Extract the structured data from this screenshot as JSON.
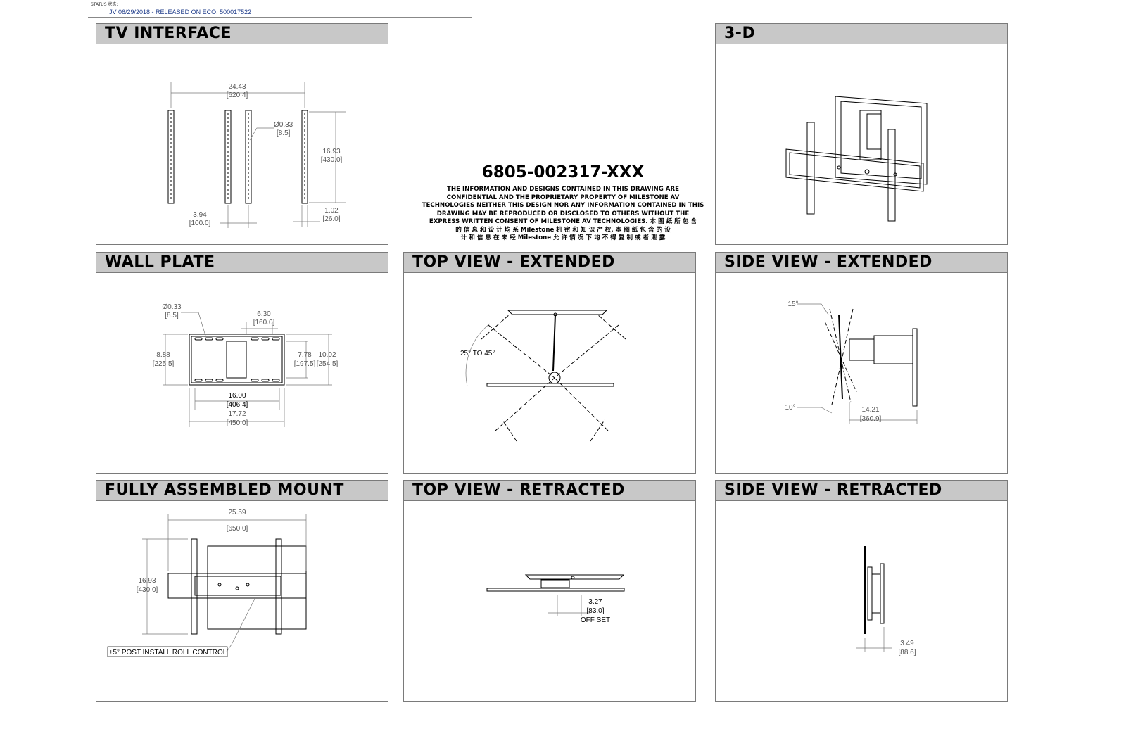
{
  "status": {
    "label": "STATUS 状态:",
    "value": "JV 06/29/2018 - RELEASED ON ECO: 500017522"
  },
  "panels": {
    "tv_interface": "TV INTERFACE",
    "three_d": "3-D",
    "wall_plate": "WALL PLATE",
    "top_extended": "TOP VIEW - EXTENDED",
    "side_extended": "SIDE VIEW - EXTENDED",
    "fully_assembled": "FULLY ASSEMBLED MOUNT",
    "top_retracted": "TOP VIEW - RETRACTED",
    "side_retracted": "SIDE VIEW - RETRACTED"
  },
  "part_number": "6805-002317-XXX",
  "notice": [
    "THE INFORMATION AND DESIGNS CONTAINED IN THIS DRAWING ARE",
    "CONFIDENTIAL AND THE PROPRIETARY PROPERTY OF MILESTONE AV",
    "TECHNOLOGIES NEITHER THIS DESIGN NOR ANY INFORMATION CONTAINED IN THIS",
    "DRAWING MAY BE REPRODUCED OR DISCLOSED TO OTHERS WITHOUT THE",
    "EXPRESS WRITTEN CONSENT OF MILESTONE AV TECHNOLOGIES. 本 图 纸 所 包 含",
    "的 信 息 和 设 计 均 系 Milestone 机 密 和 知 识 产 权, 本 图 纸 包 含 的 设",
    "计 和 信 息 在 未 经 Milestone 允 许 情 况 下 均 不 得 复 制 或 者 泄 露"
  ],
  "dims": {
    "tv": {
      "width": "24.43",
      "width_mm": "[620.4]",
      "hole": "Ø0.33",
      "hole_mm": "[8.5]",
      "height": "16.93",
      "height_mm": "[430.0]",
      "spacing": "3.94",
      "spacing_mm": "[100.0]",
      "rail": "1.02",
      "rail_mm": "[26.0]"
    },
    "wall": {
      "hole": "Ø0.33",
      "hole_mm": "[8.5]",
      "slot": "6.30",
      "slot_mm": "[160.0]",
      "height": "8.88",
      "height_mm": "[225.5]",
      "inner": "7.78",
      "inner_mm": "[197.5]",
      "outer": "10.02",
      "outer_mm": "[254.5]",
      "span": "16.00",
      "span_mm": "[406.4]",
      "width": "17.72",
      "width_mm": "[450.0]"
    },
    "top_ext": {
      "angle": "25° TO 45°"
    },
    "side_ext": {
      "tilt_up": "15°",
      "tilt_down": "10°",
      "depth": "14.21",
      "depth_mm": "[360.9]"
    },
    "assembled": {
      "width": "25.59",
      "width_mm": "[650.0]",
      "height": "16.93",
      "height_mm": "[430.0]",
      "note": "±5° POST INSTALL ROLL CONTROL"
    },
    "top_ret": {
      "offset": "3.27",
      "offset_mm": "[83.0]",
      "offset_label": "OFF SET"
    },
    "side_ret": {
      "depth": "3.49",
      "depth_mm": "[88.6]"
    }
  }
}
